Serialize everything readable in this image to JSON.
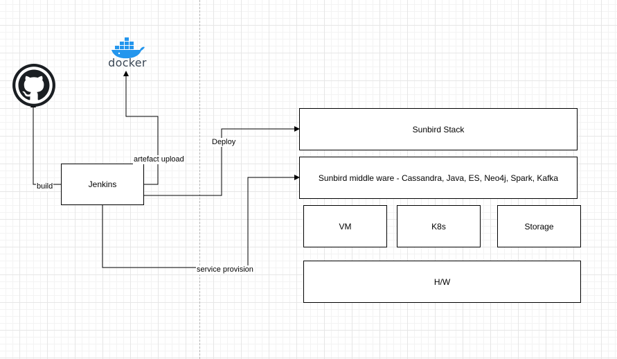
{
  "nodes": {
    "jenkins": "Jenkins",
    "sunbird_stack": "Sunbird Stack",
    "middleware": "Sunbird middle ware - Cassandra, Java, ES, Neo4j, Spark, Kafka",
    "vm": "VM",
    "k8s": "K8s",
    "storage": "Storage",
    "hw": "H/W"
  },
  "edges": {
    "build": "build",
    "artefact_upload": "artefact upload",
    "deploy": "Deploy",
    "service_provision": "service provision"
  },
  "logos": {
    "docker_wordmark": "docker",
    "github_icon": "github-icon",
    "docker_icon": "docker-whale-icon"
  },
  "colors": {
    "github": "#1b1f23",
    "docker": "#2496ed"
  }
}
